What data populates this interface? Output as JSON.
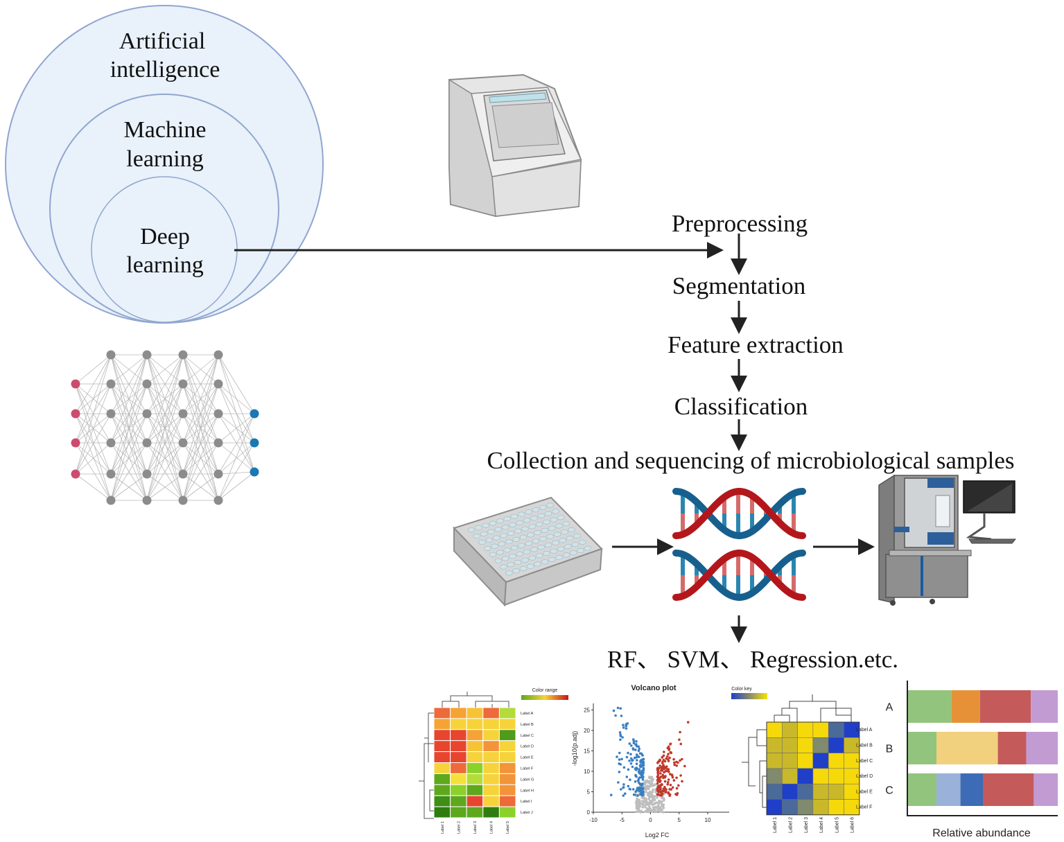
{
  "venn": {
    "outer_line1": "Artificial",
    "outer_line2": "intelligence",
    "middle_line1": "Machine",
    "middle_line2": "learning",
    "inner_line1": "Deep",
    "inner_line2": "learning"
  },
  "pipeline": {
    "steps": [
      "Preprocessing",
      "Segmentation",
      "Feature extraction",
      "Classification"
    ],
    "collection_label": "Collection and sequencing of microbiological samples",
    "methods_label": "RF、 SVM、 Regression.etc."
  },
  "colors": {
    "circle_fill": "#e9f1fa",
    "circle_stroke": "#8fa6cf",
    "nn_input": "#cc4b6e",
    "nn_hidden": "#8c8c8c",
    "nn_output": "#1a78b4",
    "dna_red": "#b3171b",
    "dna_blue": "#17608d"
  },
  "heatmap1": {
    "color_range_label": "Color range",
    "row_labels": [
      "Label A",
      "Label B",
      "Label C",
      "Label D",
      "Label E",
      "Label F",
      "Label G",
      "Label H",
      "Label I",
      "Label J"
    ],
    "col_labels": [
      "Label 1",
      "Label 2",
      "Label 3",
      "Label 4",
      "Label 5"
    ]
  },
  "volcano": {
    "title": "Volcano plot",
    "xlabel": "Log2 FC",
    "ylabel": "-log10(p.adj)",
    "x_ticks": [
      "-10",
      "-5",
      "0",
      "5",
      "10"
    ],
    "y_ticks": [
      "0",
      "5",
      "10",
      "15",
      "20",
      "25"
    ]
  },
  "heatmap2": {
    "color_key_label": "Color key",
    "row_labels": [
      "Label A",
      "Label B",
      "Label C",
      "Label D",
      "Label E",
      "Label F"
    ],
    "col_labels": [
      "Label 1",
      "Label 2",
      "Label 3",
      "Label 4",
      "Label 5",
      "Label 6"
    ]
  },
  "chart_data": {
    "type": "bar",
    "orientation": "horizontal-stacked",
    "categories": [
      "A",
      "B",
      "C"
    ],
    "xlabel": "Relative abundance",
    "series_colors": [
      "#93c47d",
      "#e69138",
      "#c55a5a",
      "#c39bd3",
      "#f1d07e",
      "#9ab1da",
      "#3d6bb5"
    ],
    "rows": [
      {
        "category": "A",
        "segments": [
          {
            "color": "#93c47d",
            "value": 0.29
          },
          {
            "color": "#e69138",
            "value": 0.19
          },
          {
            "color": "#c55a5a",
            "value": 0.34
          },
          {
            "color": "#c39bd3",
            "value": 0.18
          }
        ]
      },
      {
        "category": "B",
        "segments": [
          {
            "color": "#93c47d",
            "value": 0.19
          },
          {
            "color": "#f1d07e",
            "value": 0.41
          },
          {
            "color": "#c55a5a",
            "value": 0.19
          },
          {
            "color": "#c39bd3",
            "value": 0.21
          }
        ]
      },
      {
        "category": "C",
        "segments": [
          {
            "color": "#93c47d",
            "value": 0.19
          },
          {
            "color": "#9ab1da",
            "value": 0.16
          },
          {
            "color": "#3d6bb5",
            "value": 0.15
          },
          {
            "color": "#c55a5a",
            "value": 0.34
          },
          {
            "color": "#c39bd3",
            "value": 0.16
          }
        ]
      }
    ]
  }
}
